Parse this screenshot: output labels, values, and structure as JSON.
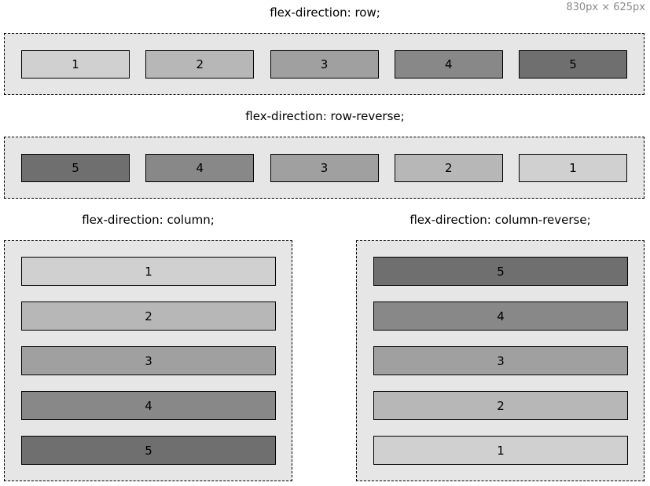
{
  "viewport_label": "830px × 625px",
  "sections": {
    "row": {
      "title": "flex-direction: row;",
      "items": [
        "1",
        "2",
        "3",
        "4",
        "5"
      ]
    },
    "row_reverse": {
      "title": "flex-direction: row-reverse;",
      "items": [
        "1",
        "2",
        "3",
        "4",
        "5"
      ]
    },
    "column": {
      "title": "flex-direction: column;",
      "items": [
        "1",
        "2",
        "3",
        "4",
        "5"
      ]
    },
    "column_reverse": {
      "title": "flex-direction: column-reverse;",
      "items": [
        "1",
        "2",
        "3",
        "4",
        "5"
      ]
    }
  },
  "colors": {
    "container_bg": "#e6e6e6",
    "item_1": "#d0d0d0",
    "item_2": "#b7b7b7",
    "item_3": "#a0a0a0",
    "item_4": "#888888",
    "item_5": "#6f6f6f"
  }
}
